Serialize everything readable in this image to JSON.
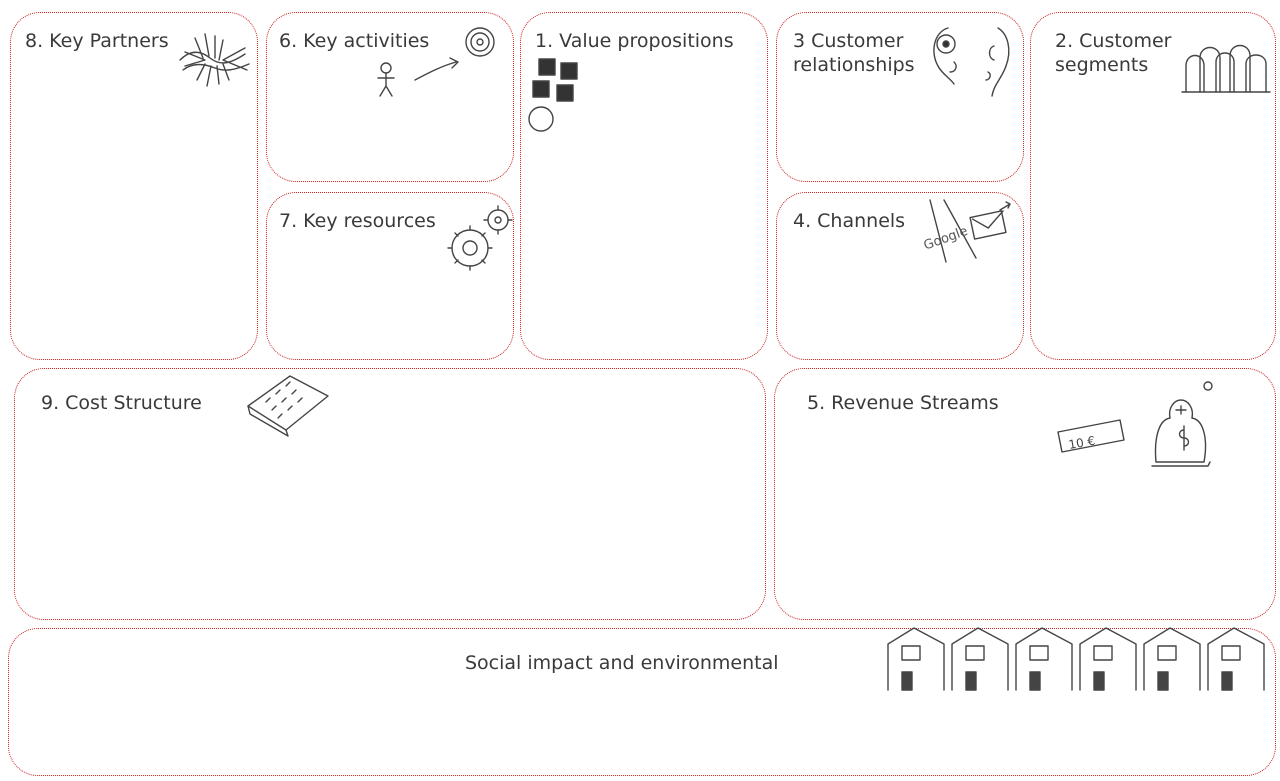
{
  "canvas": {
    "border_color": "#cc2222",
    "background": "#ffffff"
  },
  "blocks": {
    "key_partners": {
      "label": "8. Key Partners",
      "icon": "handshake-icon"
    },
    "key_activities": {
      "label": "6. Key activities",
      "icon": "stick-figure-target-icon"
    },
    "key_resources": {
      "label": "7. Key resources",
      "icon": "gears-icon"
    },
    "value_propositions": {
      "label": "1. Value propositions",
      "icon": "gift-blocks-icon"
    },
    "customer_relationships": {
      "label_line1": "3 Customer",
      "label_line2": "relationships",
      "icon": "faces-icon"
    },
    "channels": {
      "label": "4. Channels",
      "icon": "road-google-envelope-icon"
    },
    "customer_segments": {
      "label_line1": "2. Customer",
      "label_line2": "segments",
      "icon": "people-group-icon"
    },
    "cost_structure": {
      "label": "9. Cost Structure",
      "icon": "calculator-icon"
    },
    "revenue_streams": {
      "label": "5. Revenue Streams",
      "icon": "money-bag-icon",
      "banknote_text": "10 €"
    },
    "social_impact": {
      "label": "Social impact and environmental",
      "icon": "houses-icon"
    }
  }
}
